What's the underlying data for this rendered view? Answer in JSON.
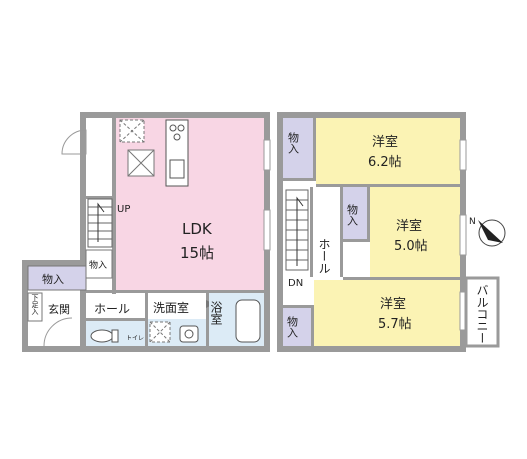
{
  "colors": {
    "wall": "#9a9a9a",
    "ldk": "#f8d6e4",
    "bedroom": "#fbf3b4",
    "storage": "#d4d2ea",
    "wet_area": "#dcebf6",
    "floor": "#ffffff"
  },
  "first_floor": {
    "ldk": {
      "name": "LDK",
      "size": "15帖"
    },
    "up_label": "UP",
    "storage_upper": "物入",
    "storage_lower": "物入",
    "entrance": "玄関",
    "shoe_cabinet": "下足入",
    "hall": "ホール",
    "washroom": "洗面室",
    "bath": "浴室",
    "toilet": "トイレ"
  },
  "second_floor": {
    "bedroom_1": {
      "name": "洋室",
      "size": "6.2帖"
    },
    "bedroom_2": {
      "name": "洋室",
      "size": "5.0帖"
    },
    "bedroom_3": {
      "name": "洋室",
      "size": "5.7帖"
    },
    "storage_1": "物入",
    "storage_2": "物入",
    "storage_3": "物入",
    "hall": "ホール",
    "dn_label": "DN",
    "balcony": "バルコニー"
  },
  "compass": {
    "label": "N",
    "icon": "north-arrow-icon"
  }
}
